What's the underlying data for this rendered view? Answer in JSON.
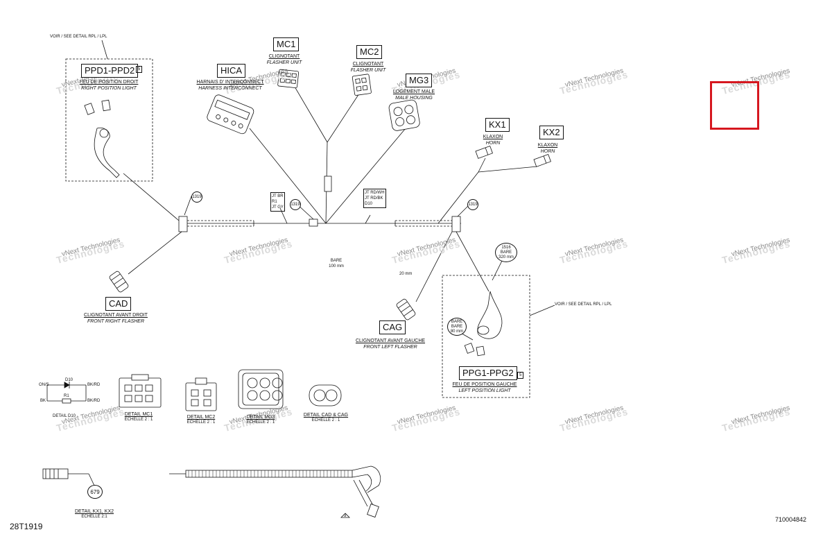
{
  "refs": {
    "see_detail_top": "VOIR / SEE DETAIL RPL / LPL",
    "see_detail_right": "VOIR / SEE DETAIL RPL / LPL"
  },
  "components": {
    "ppd": {
      "code": "PPD1-PPD2",
      "fr": "FEU DE POSITION DROIT",
      "en": "RIGHT POSITION LIGHT",
      "note": "5"
    },
    "hica": {
      "code": "HICA",
      "fr": "HARNAIS D' INTERCONNECT",
      "en": "HARNESS INTERCONNECT"
    },
    "mc1": {
      "code": "MC1",
      "fr": "CLIGNOTANT",
      "en": "FLASHER UNIT"
    },
    "mc2": {
      "code": "MC2",
      "fr": "CLIGNOTANT",
      "en": "FLASHER UNIT"
    },
    "mg3": {
      "code": "MG3",
      "fr": "LOGEMENT MALE",
      "en": "MALE HOUSING"
    },
    "kx1": {
      "code": "KX1",
      "fr": "KLAXON",
      "en": "HORN"
    },
    "kx2": {
      "code": "KX2",
      "fr": "KLAXON",
      "en": "HORN"
    },
    "cad": {
      "code": "CAD",
      "fr": "CLIGNOTANT AVANT DROIT",
      "en": "FRONT RIGHT FLASHER"
    },
    "cag": {
      "code": "CAG",
      "fr": "CLIGNOTANT AVANT GAUCHE",
      "en": "FRONT LEFT FLASHER"
    },
    "ppg": {
      "code": "PPG1-PPG2",
      "fr": "FEU DE POSITION GAUCHE",
      "en": "LEFT POSITION LIGHT",
      "note": "5"
    }
  },
  "labels": {
    "splice1": [
      "JT BR",
      "R1",
      "JT GY"
    ],
    "splice2": [
      "JT RD/WH",
      "JT RD/BK",
      "D10"
    ],
    "bare": [
      "BARE",
      "100 mm"
    ],
    "len20": "20 mm",
    "bubble1319a": "1319",
    "bubble1319b": "1319",
    "bubble1319c": "1319",
    "bubble1516": [
      "1516",
      "BARE",
      "320 mm"
    ],
    "bubble_bare80": [
      "BARE",
      "BARE",
      "80 mm"
    ],
    "bubble679": "679",
    "note9": "9"
  },
  "schematic": {
    "d10": "D10",
    "r1": "R1",
    "on_n": "ON/S",
    "bk": "BK",
    "bk_rd": "BK/RD",
    "bk_rd2": "BK/RD",
    "caption": "DETAIL D10"
  },
  "details": {
    "mc1": {
      "name": "DETAIL MC1",
      "scale": "ECHELLE 2 : 1"
    },
    "mc2": {
      "name": "DETAIL MC2",
      "scale": "ECHELLE 2 : 1"
    },
    "mg3": {
      "name": "DETAIL MG3",
      "scale": "ECHELLE 2 : 1"
    },
    "cad_cag": {
      "name": "DETAIL CAD & CAG",
      "scale": "ECHELLE 2 : 1"
    },
    "kx": {
      "name": "DETAIL KX1, KX2",
      "scale": "ECHELLE 2:1"
    }
  },
  "watermark": {
    "line1": "vNext Technologies",
    "line2": "Technologies"
  },
  "footer": {
    "left": "28T1919",
    "right": "710004842"
  },
  "colors": {
    "line": "#111111",
    "highlight": "#d6171f",
    "watermark": "#8a8a8a"
  }
}
